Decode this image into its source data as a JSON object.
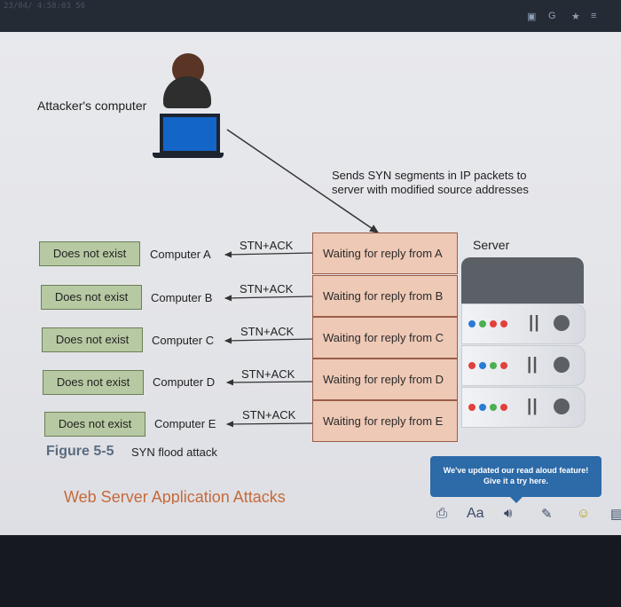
{
  "browser": {
    "faint_title": "23/04/ 4:58:03 56"
  },
  "diagram": {
    "attacker_label": "Attacker's computer",
    "sends_text_line1": "Sends SYN segments in IP packets to",
    "sends_text_line2": "server with modified source addresses",
    "server_label": "Server",
    "rows": [
      {
        "status": "Does not exist",
        "computer": "Computer A",
        "reply": "STN+ACK",
        "waiting": "Waiting for reply from A"
      },
      {
        "status": "Does not exist",
        "computer": "Computer B",
        "reply": "STN+ACK",
        "waiting": "Waiting for reply from B"
      },
      {
        "status": "Does not exist",
        "computer": "Computer C",
        "reply": "STN+ACK",
        "waiting": "Waiting for reply from C"
      },
      {
        "status": "Does not exist",
        "computer": "Computer D",
        "reply": "STN+ACK",
        "waiting": "Waiting for reply from D"
      },
      {
        "status": "Does not exist",
        "computer": "Computer E",
        "reply": "STN+ACK",
        "waiting": "Waiting for reply from E"
      }
    ]
  },
  "figure": {
    "number": "Figure 5-5",
    "caption": "SYN flood attack"
  },
  "section_heading": "Web Server Application Attacks",
  "tooltip": {
    "line1": "We've updated our read aloud feature!",
    "line2": "Give it a try here."
  },
  "reader_toolbar": {
    "font_label": "Aa"
  },
  "colors": {
    "computer_box": "#b7c9a2",
    "waiting_box": "#eec9b6",
    "tooltip": "#2c6aa8",
    "heading": "#c56a3b"
  }
}
